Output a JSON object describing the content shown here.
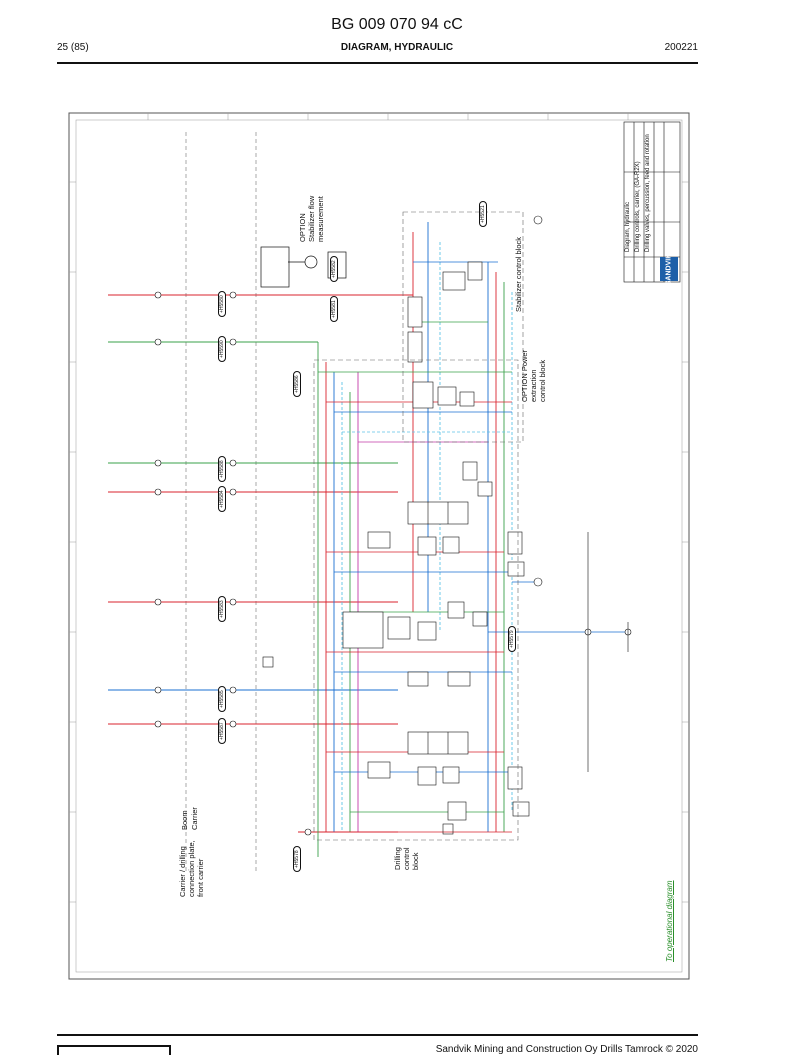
{
  "header": {
    "doc_id": "BG 009 070 94 cC",
    "page": "25 (85)",
    "section": "DIAGRAM, HYDRAULIC",
    "date": "200221"
  },
  "footer": {
    "copyright": "Sandvik Mining and Construction Oy Drills Tamrock © 2020"
  },
  "diagram": {
    "labels": {
      "boom": "Boom",
      "carrier": "Carrier",
      "carrier_connection": "Carrier / drilling connection plate, front carrier",
      "drilling_block": "Drilling control block",
      "stabilizer_block": "Stabilizer control block",
      "option_power": "OPTION Power extraction control block",
      "option_stab_flow": "OPTION Stabilizer flow measurement",
      "operational_link": "To operational diagram"
    },
    "tags": [
      "+H5521",
      "+H5580",
      "+H5590",
      "+H5582",
      "+H5581",
      "+H5586",
      "+H5588",
      "+H5584",
      "+H5583",
      "+H5585",
      "+H5587",
      "+H5579",
      "+H5578"
    ],
    "title_block": {
      "company": "SANDVIK",
      "title_lines": [
        "Diagram, hydraulic",
        "Drilling controls, carrier, (GA-R2X)",
        "Drilling valves, percussion, feed and rotation"
      ]
    },
    "colors": {
      "pressure": "#d9232e",
      "return": "#1a6fd1",
      "pilot": "#3aa14a",
      "drain": "#5fc4e8",
      "magenta": "#c23aa8",
      "link": "#2a8f2a"
    }
  }
}
